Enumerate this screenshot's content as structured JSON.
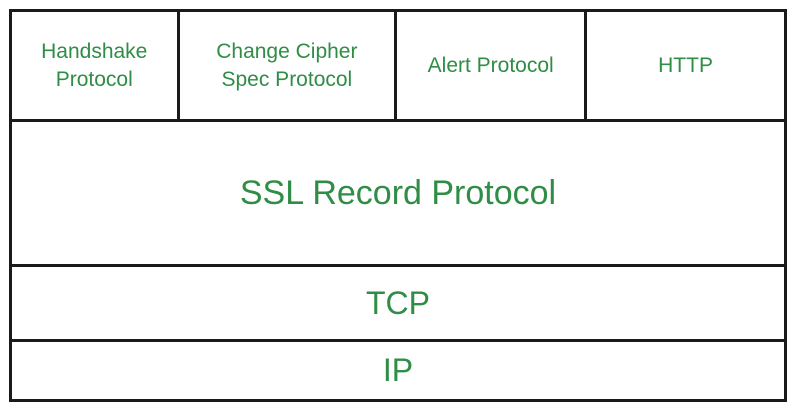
{
  "diagram": {
    "colors": {
      "text_green": "#2F8D46",
      "border_black": "#1A1A1A",
      "background": "#FFFFFF"
    },
    "top_row": [
      {
        "label": "Handshake Protocol"
      },
      {
        "label": "Change Cipher Spec Protocol"
      },
      {
        "label": "Alert Protocol"
      },
      {
        "label": "HTTP"
      }
    ],
    "layers": [
      {
        "label": "SSL Record Protocol"
      },
      {
        "label": "TCP"
      },
      {
        "label": "IP"
      }
    ]
  }
}
